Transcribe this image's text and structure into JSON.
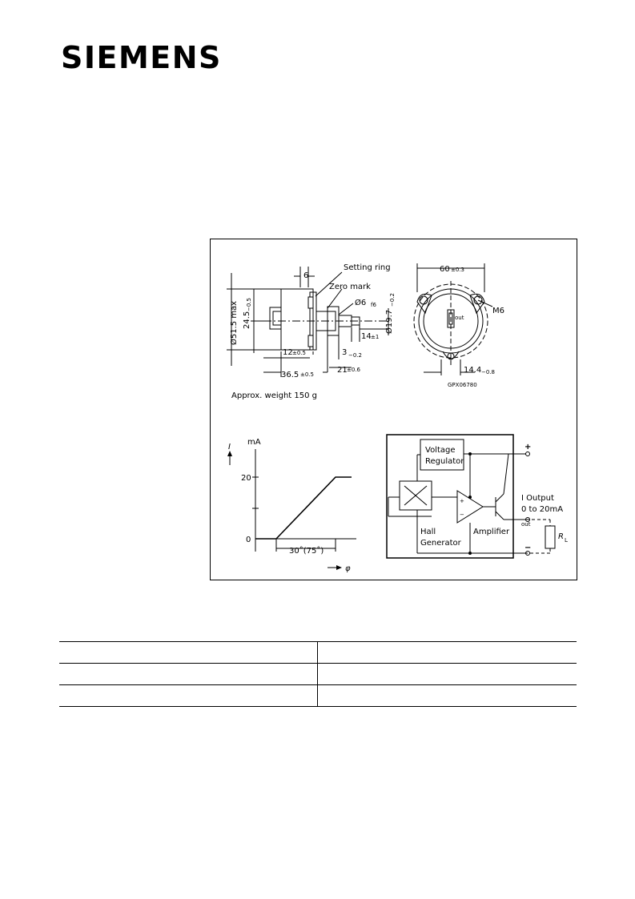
{
  "brand": {
    "logo_text": "SIEMENS"
  },
  "drawing": {
    "setting_ring": "Setting ring",
    "zero_mark": "Zero mark",
    "dim_6": "6",
    "dim_515": "Ø51.5 max",
    "dim_245": "24.5",
    "dim_245_tol": "−0.5",
    "dim_6f6": "Ø6",
    "dim_6f6_tol": "f6",
    "dim_197": "Ø19.7",
    "dim_197_tol": "−0.2",
    "dim_14": "14",
    "dim_14_tol": "±1",
    "dim_12": "12",
    "dim_12_tol": "±0.5",
    "dim_3": "3",
    "dim_3_tol": "−0.2",
    "dim_21": "21",
    "dim_21_tol": "±0.6",
    "dim_365": "36.5",
    "dim_365_tol": "±0.5",
    "weight": "Approx. weight 150 g",
    "dim_60": "60",
    "dim_60_tol": "±0.3",
    "thread": "M6",
    "dim_144": "14.4",
    "dim_144_tol": "−0.8",
    "drawing_code": "GPX06780",
    "pin_out": "out"
  },
  "graph": {
    "ylabel_symbol": "I",
    "yunit": "mA",
    "y20": "20",
    "y0": "0",
    "angle": "30˚(75˚)",
    "xlabel_symbol": "φ"
  },
  "circuit": {
    "voltage_regulator_1": "Voltage",
    "voltage_regulator_2": "Regulator",
    "hall_1": "Hall",
    "hall_2": "Generator",
    "amplifier": "Amplifier",
    "plus": "+",
    "minus": "−",
    "out_1": "I  Output",
    "out_2": "0  to  20mA",
    "out_sub": "out",
    "rl": "R",
    "rl_sub": "L",
    "amp_plus": "+",
    "amp_minus": "−"
  },
  "table": {
    "rows": [
      [
        "",
        ""
      ],
      [
        "",
        ""
      ],
      [
        "",
        ""
      ]
    ]
  }
}
